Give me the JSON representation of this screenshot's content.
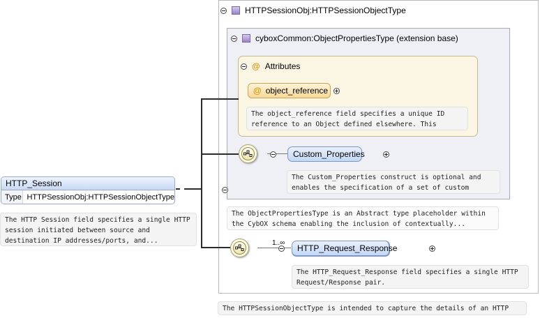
{
  "root_element": {
    "name": "HTTP_Session",
    "type_label": "Type",
    "type_value": "HTTPSessionObj:HTTPSessionObjectType",
    "doc": "The HTTP Session field specifies a single HTTP session initiated between source and destination IP addresses/ports, and..."
  },
  "complex_type": {
    "name": "HTTPSessionObj:HTTPSessionObjectType",
    "doc": "The HTTPSessionObjectType is intended to capture the details of an HTTP session."
  },
  "extension": {
    "name": "cyboxCommon:ObjectPropertiesType (extension base)",
    "doc": "The ObjectPropertiesType is an Abstract type placeholder within the CybOX schema enabling the inclusion of contextually..."
  },
  "attributes_group": {
    "label": "Attributes",
    "attribute": {
      "name": "object_reference",
      "doc": "The object_reference field specifies a unique ID reference to an Object defined elsewhere. This construct allows for..."
    }
  },
  "custom_properties": {
    "name": "Custom_Properties",
    "doc": "The Custom_Properties construct is optional and enables the specification of a set of custom Object Properties that may..."
  },
  "request_response": {
    "name": "HTTP_Request_Response",
    "multiplicity": "1..∞",
    "doc": "The HTTP_Request_Response field specifies a single HTTP Request/Response pair."
  },
  "icons": [
    "type-icon",
    "attribute-icon",
    "sequence-compositor-icon",
    "collapse-icon",
    "expand-icon"
  ]
}
